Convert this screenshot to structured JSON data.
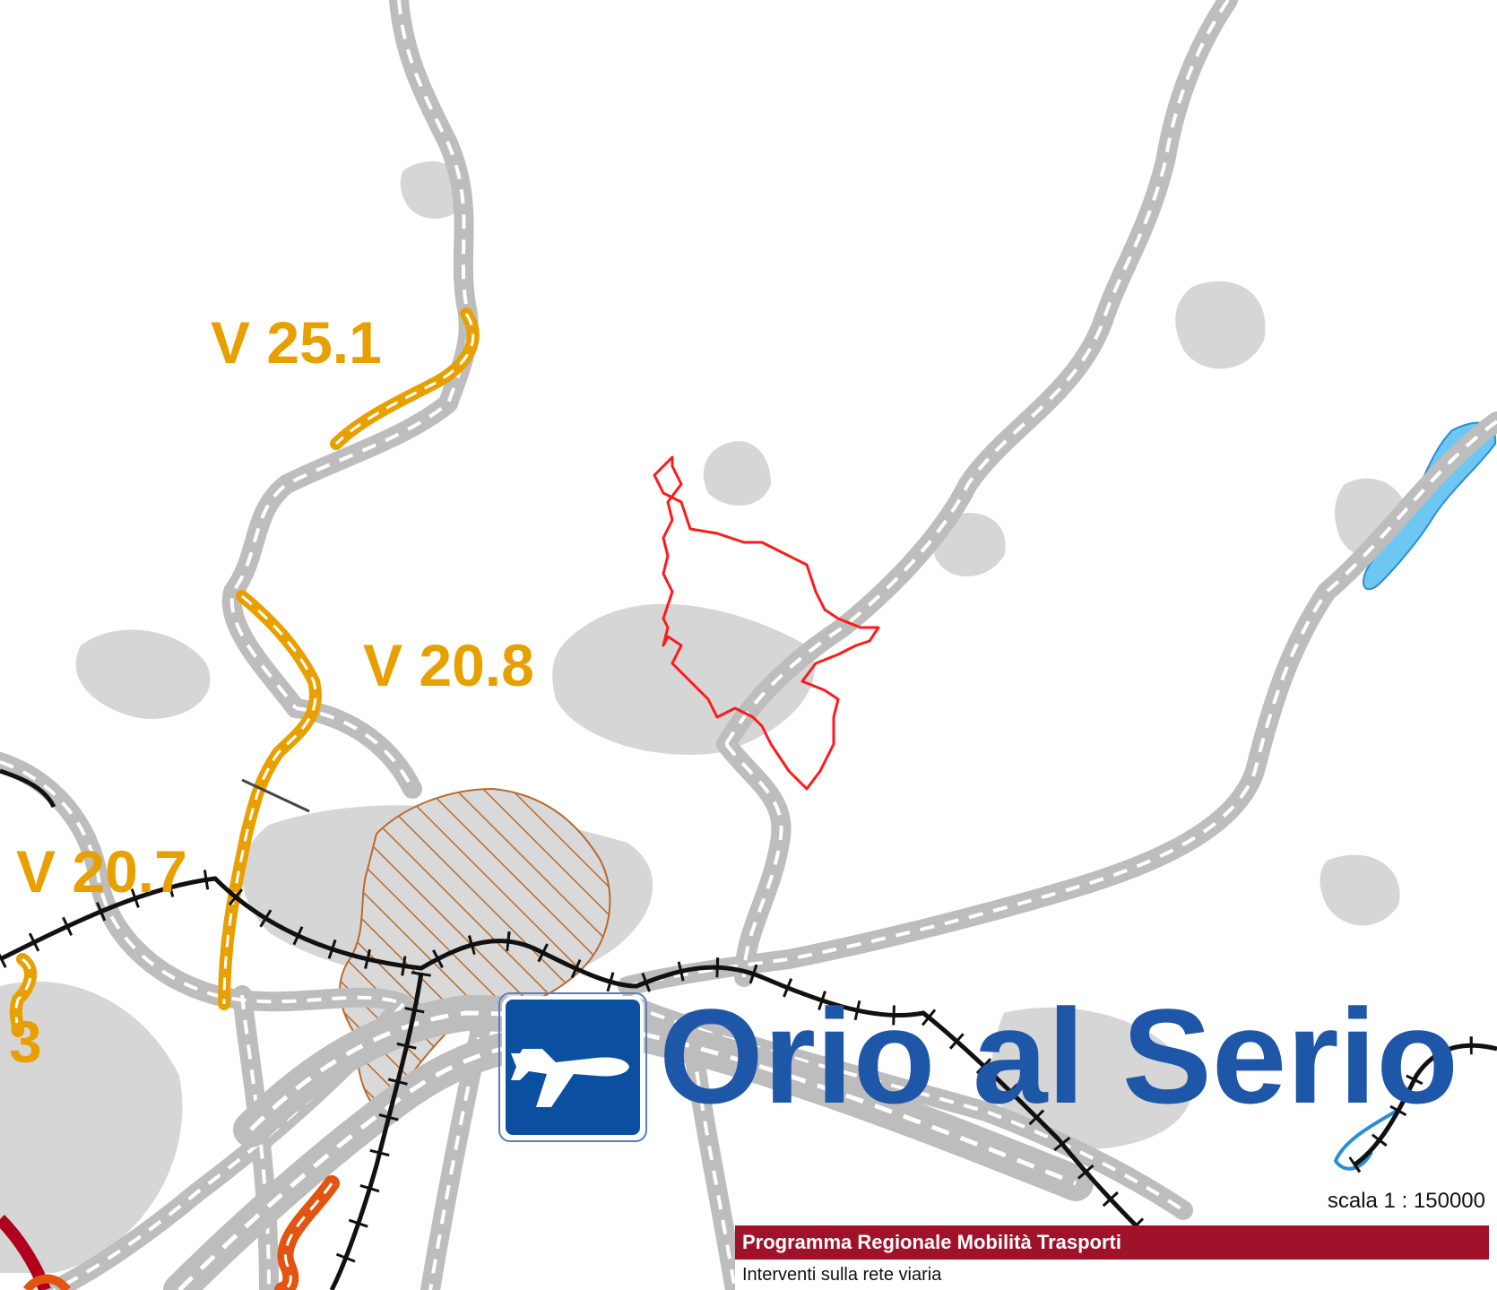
{
  "map": {
    "road_labels": [
      {
        "id": "v25-1",
        "text": "V 25.1"
      },
      {
        "id": "v20-8",
        "text": "V 20.8"
      },
      {
        "id": "v20-7",
        "text": "V 20.7"
      },
      {
        "id": "partial-3",
        "text": "3"
      }
    ],
    "city_label": "Orio al Serio",
    "airport_icon": "airplane-icon",
    "colors": {
      "road_gray": "#bdbdbd",
      "road_dash": "#ffffff",
      "road_orange": "#e8a000",
      "road_red_orange": "#e2540f",
      "boundary_red": "#ff1a1a",
      "railway": "#111111",
      "urban_gray": "#d6d6d6",
      "hatched_area": "#b86a2c",
      "water_blue": "#6ec6f2",
      "airport_blue": "#0a4fa0",
      "city_label_blue": "#1f57a8"
    }
  },
  "scale": {
    "text": "scala 1 : 150000"
  },
  "legend": {
    "title": "Programma Regionale Mobilità Trasporti",
    "subtitle": "Interventi sulla rete viaria"
  }
}
